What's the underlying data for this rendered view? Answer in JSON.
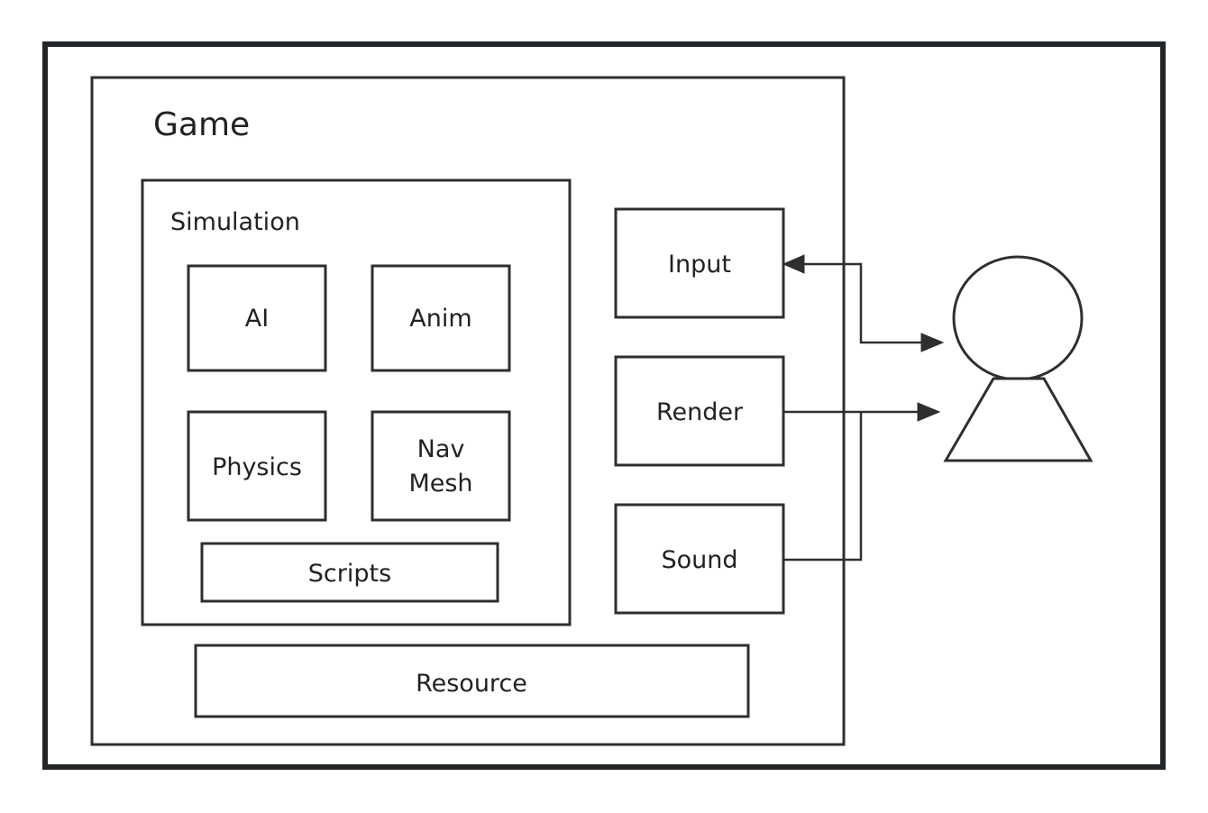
{
  "diagram": {
    "game_label": "Game",
    "simulation_label": "Simulation",
    "modules": {
      "ai": "AI",
      "anim": "Anim",
      "physics": "Physics",
      "navmesh_line1": "Nav",
      "navmesh_line2": "Mesh",
      "scripts": "Scripts",
      "resource": "Resource"
    },
    "io": {
      "input": "Input",
      "render": "Render",
      "sound": "Sound"
    },
    "actor_icon": "person-icon"
  }
}
